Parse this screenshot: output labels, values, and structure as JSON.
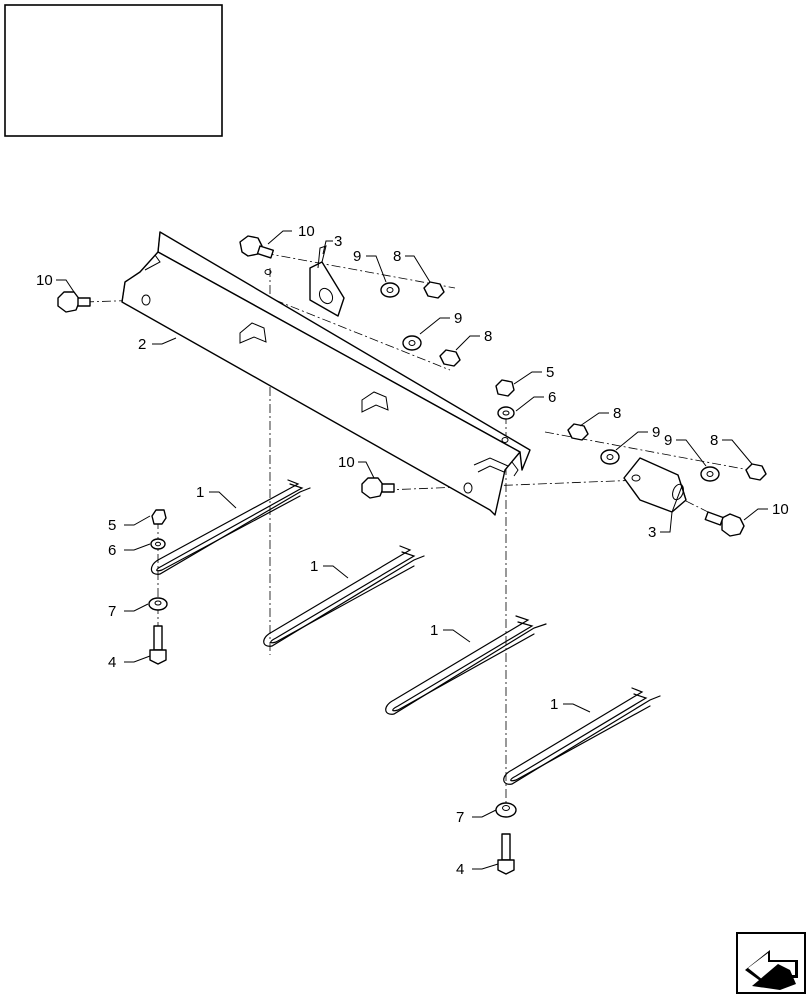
{
  "title_box": {
    "text": ""
  },
  "callouts": {
    "c10a": "10",
    "c3a": "3",
    "c9a": "9",
    "c8a": "8",
    "c10b": "10",
    "c2": "2",
    "c9b": "9",
    "c8b": "8",
    "c5a": "5",
    "c6a": "6",
    "c8c": "8",
    "c9c": "9",
    "c9d": "9",
    "c8d": "8",
    "c10c": "10",
    "c10d": "10",
    "c3b": "3",
    "c1a": "1",
    "c1b": "1",
    "c1c": "1",
    "c1d": "1",
    "c5b": "5",
    "c6b": "6",
    "c7a": "7",
    "c4a": "4",
    "c7b": "7",
    "c4b": "4"
  },
  "icons": {
    "nav": "next-page-arrow-icon"
  },
  "colors": {
    "line": "#000000",
    "background": "#ffffff"
  }
}
